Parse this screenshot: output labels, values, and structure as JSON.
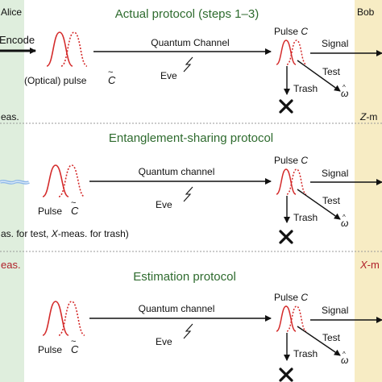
{
  "colors": {
    "alice_band": "#dfeedd",
    "bob_band": "#f7ecc4",
    "green_title": "#2e6b2e",
    "red_label": "#b0202a",
    "pulse_red": "#d42a2a",
    "arrow": "#111111",
    "wave_blue": "#8eb8e8"
  },
  "labels": {
    "alice": "Alice",
    "bob": "Bob"
  },
  "panel1": {
    "title": "Actual protocol (steps 1–3)",
    "encode": "Encode",
    "channel": "Quantum Channel",
    "eve": "Eve",
    "source_pulse": "(Optical) pulse",
    "source_symbol": "C",
    "bob_pulse_prefix": "Pulse ",
    "bob_pulse_symbol": "C",
    "signal": "Signal",
    "test": "Test",
    "trash": "Trash",
    "omega": "ω",
    "edge_left": "eas.",
    "edge_right_letter": "Z",
    "edge_right_rest": "-m"
  },
  "panel2": {
    "title": "Entanglement-sharing protocol",
    "channel": "Quantum channel",
    "eve": "Eve",
    "source_pulse": "Pulse",
    "source_symbol": "C",
    "bob_pulse_prefix": "Pulse ",
    "bob_pulse_symbol": "C",
    "signal": "Signal",
    "test": "Test",
    "trash": "Trash",
    "omega": "ω",
    "note_a": "as. for test, ",
    "note_b": "X",
    "note_c": "-meas. for trash)"
  },
  "panel3": {
    "title": "Estimation protocol",
    "channel": "Quantum channel",
    "eve": "Eve",
    "source_pulse": "Pulse",
    "source_symbol": "C",
    "bob_pulse_prefix": "Pulse ",
    "bob_pulse_symbol": "C",
    "signal": "Signal",
    "test": "Test",
    "trash": "Trash",
    "omega": "ω",
    "edge_left": "eas.",
    "edge_right_letter": "X",
    "edge_right_rest": "-m"
  }
}
